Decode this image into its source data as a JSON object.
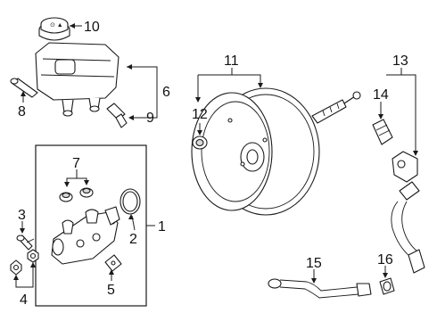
{
  "callouts": {
    "c1": "1",
    "c2": "2",
    "c3": "3",
    "c4": "4",
    "c5": "5",
    "c6": "6",
    "c7": "7",
    "c8": "8",
    "c9": "9",
    "c10": "10",
    "c11": "11",
    "c12": "12",
    "c13": "13",
    "c14": "14",
    "c15": "15",
    "c16": "16"
  },
  "colors": {
    "line": "#1a1a1a",
    "shade": "#d9d9d9",
    "background": "#ffffff"
  }
}
